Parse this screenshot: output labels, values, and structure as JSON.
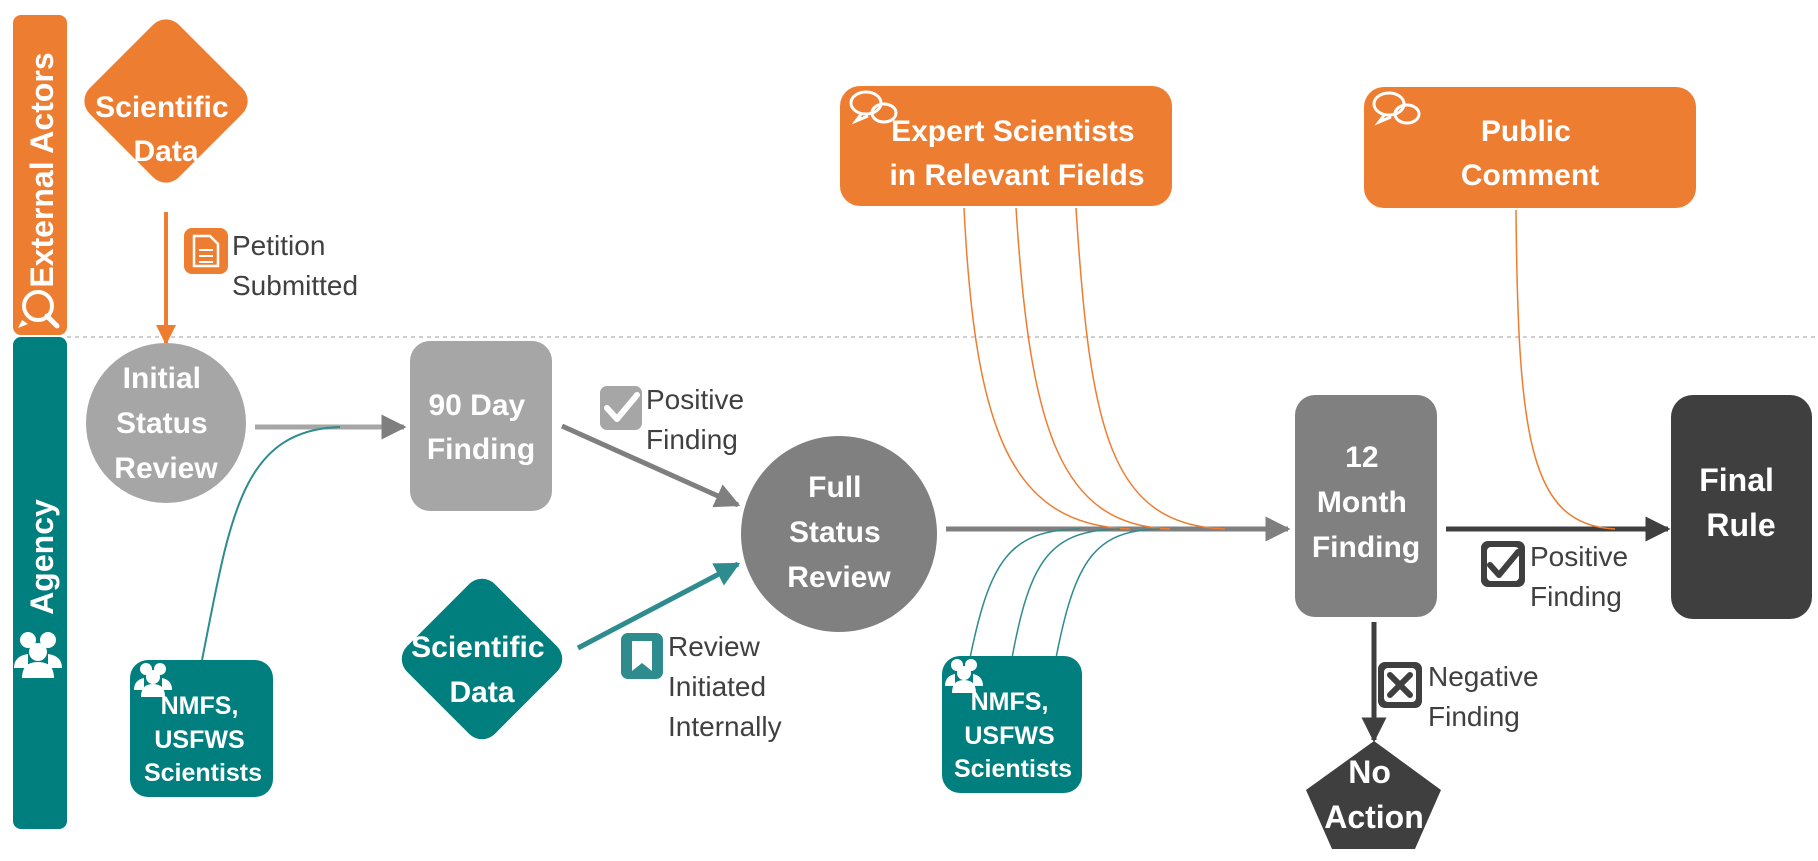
{
  "lanes": {
    "external": "External Actors",
    "agency": "Agency"
  },
  "nodes": {
    "scientific_data_top": [
      "Scientific",
      "Data"
    ],
    "initial_status_review": [
      "Initial",
      "Status",
      "Review"
    ],
    "ninety_day_finding": [
      "90 Day",
      "Finding"
    ],
    "scientific_data_bottom": [
      "Scientific",
      "Data"
    ],
    "full_status_review": [
      "Full",
      "Status",
      "Review"
    ],
    "expert_scientists": [
      "Expert Scientists",
      "in Relevant Fields"
    ],
    "public_comment": [
      "Public",
      "Comment"
    ],
    "twelve_month_finding": [
      "12",
      "Month",
      "Finding"
    ],
    "final_rule": [
      "Final",
      "Rule"
    ],
    "no_action": [
      "No",
      "Action"
    ],
    "scientists_left": [
      "NMFS,",
      "USFWS",
      "Scientists"
    ],
    "scientists_right": [
      "NMFS,",
      "USFWS",
      "Scientists"
    ]
  },
  "captions": {
    "petition_submitted": [
      "Petition",
      "Submitted"
    ],
    "positive_finding_1": [
      "Positive",
      "Finding"
    ],
    "review_initiated": [
      "Review",
      "Initiated",
      "Internally"
    ],
    "positive_finding_2": [
      "Positive",
      "Finding"
    ],
    "negative_finding": [
      "Negative",
      "Finding"
    ]
  },
  "icons": {
    "lane_external": "magnifier-chat-icon",
    "lane_agency": "people-group-icon",
    "petition": "document-icon",
    "positive_1": "checkmark-icon",
    "review_initiated": "bookmark-icon",
    "positive_2": "checkmark-icon",
    "negative": "x-mark-icon",
    "expert_comment": "chat-bubbles-icon",
    "public_comment": "chat-bubbles-icon",
    "scientists_left": "people-group-icon",
    "scientists_right": "people-group-icon"
  },
  "colors": {
    "orange": "#ED7D31",
    "teal": "#007F7E",
    "gray_light": "#A6A6A6",
    "gray_mid": "#808080",
    "gray_dark": "#3F3F3F",
    "line_gray": "#7F7F7F",
    "line_teal": "#2E8B8E"
  }
}
